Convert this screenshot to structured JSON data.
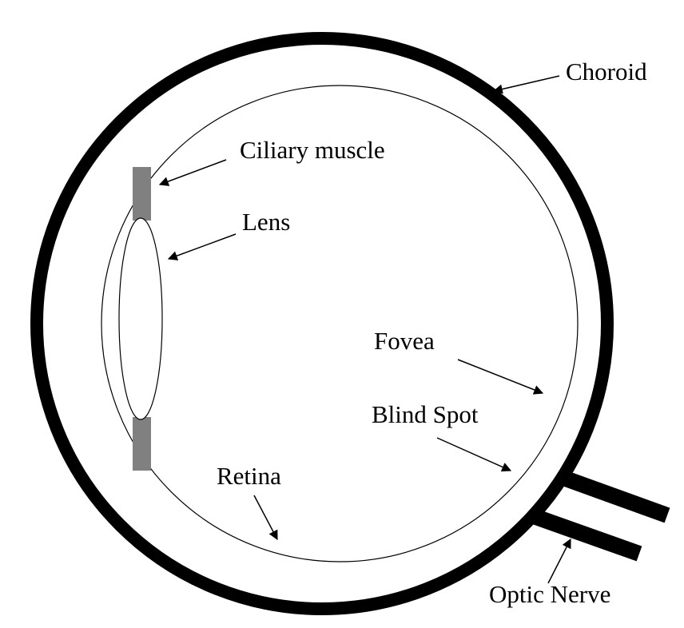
{
  "labels": {
    "choroid": "Choroid",
    "ciliary_muscle": "Ciliary muscle",
    "lens": "Lens",
    "fovea": "Fovea",
    "blind_spot": "Blind Spot",
    "retina": "Retina",
    "optic_nerve": "Optic Nerve"
  },
  "colors": {
    "stroke": "#000000",
    "ciliary_muscle": "#808080",
    "background": "#ffffff"
  }
}
